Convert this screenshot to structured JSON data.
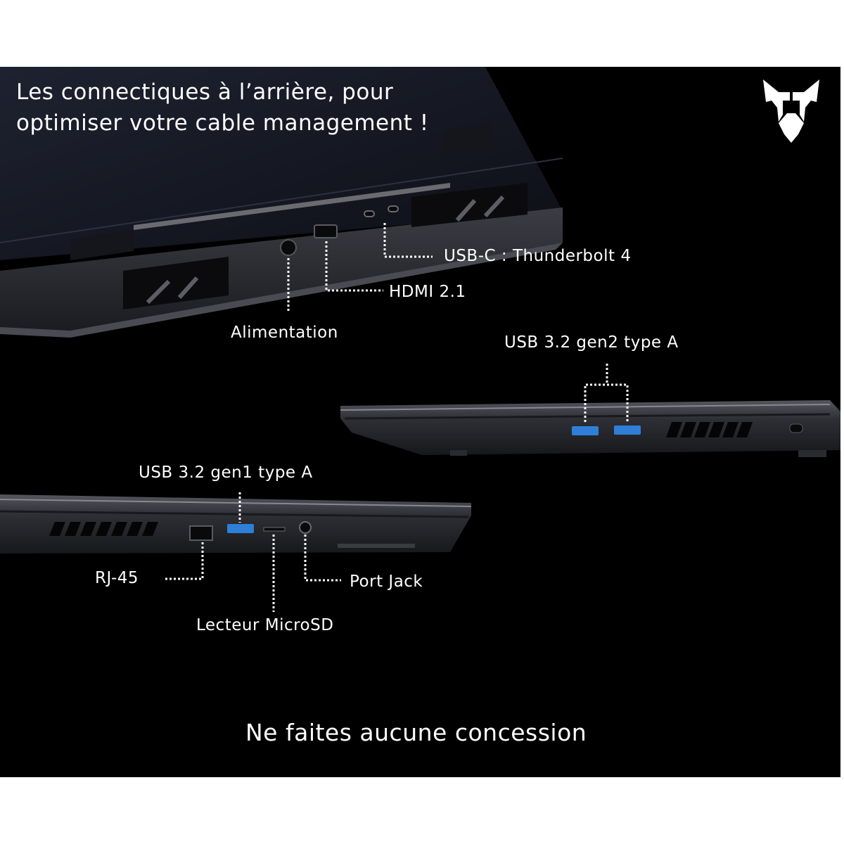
{
  "headline": "Les connectiques à l’arrière, pour optimiser votre cable management !",
  "labels": {
    "usbc": "USB-C : Thunderbolt 4",
    "hdmi": "HDMI 2.1",
    "power": "Alimentation",
    "usb_gen2": "USB 3.2 gen2 type A",
    "usb_gen1": "USB 3.2 gen1 type A",
    "rj45": "RJ-45",
    "microsd": "Lecteur MicroSD",
    "jack": "Port Jack"
  },
  "tagline": "Ne faites aucune concession",
  "colors": {
    "background": "#000000",
    "text": "#ffffff",
    "usb_port_blue": "#2f7fd8",
    "chassis": "#26272c"
  },
  "icons": {
    "brand_logo": "predator-logo"
  }
}
